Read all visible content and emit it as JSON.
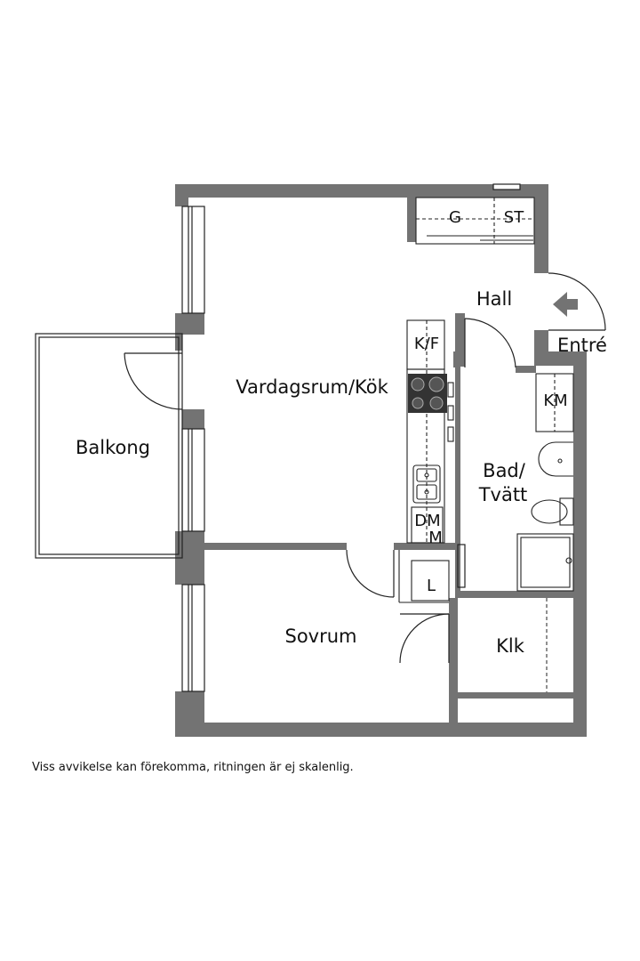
{
  "colors": {
    "wall": "#737373",
    "line": "#222222",
    "fixture_dark": "#333333",
    "background": "#ffffff"
  },
  "rooms": {
    "vardagsrum_kok": "Vardagsrum/Kök",
    "balkong": "Balkong",
    "hall": "Hall",
    "entre": "Entré",
    "bad_tvatt_line1": "Bad/",
    "bad_tvatt_line2": "Tvätt",
    "sovrum": "Sovrum",
    "klk": "Klk"
  },
  "fixtures": {
    "garderob": "G",
    "stadskap": "ST",
    "kyl_frys": "K/F",
    "diskmaskin_line1": "DM",
    "diskmaskin_line2": "M",
    "tvattmaskin": "KM",
    "linneskap": "L"
  },
  "icons": [
    "entrance-arrow-icon"
  ],
  "disclaimer": "Viss avvikelse kan förekomma, ritningen är ej skalenlig."
}
